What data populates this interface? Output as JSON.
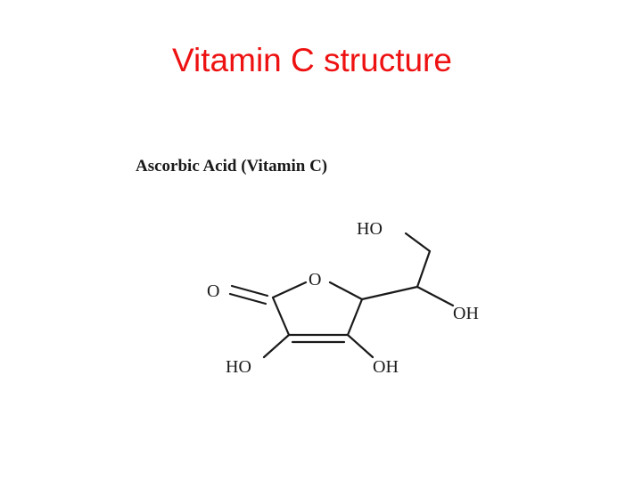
{
  "slide": {
    "title": "Vitamin C structure",
    "title_color": "#ee1111"
  },
  "structure": {
    "caption": "Ascorbic Acid (Vitamin C)",
    "labels": {
      "carbonyl_oxygen": "O",
      "ring_oxygen": "O",
      "top_hydroxyl": "HO",
      "side_hydroxyl": "OH",
      "left_hydroxyl": "HO",
      "right_hydroxyl": "OH"
    }
  }
}
